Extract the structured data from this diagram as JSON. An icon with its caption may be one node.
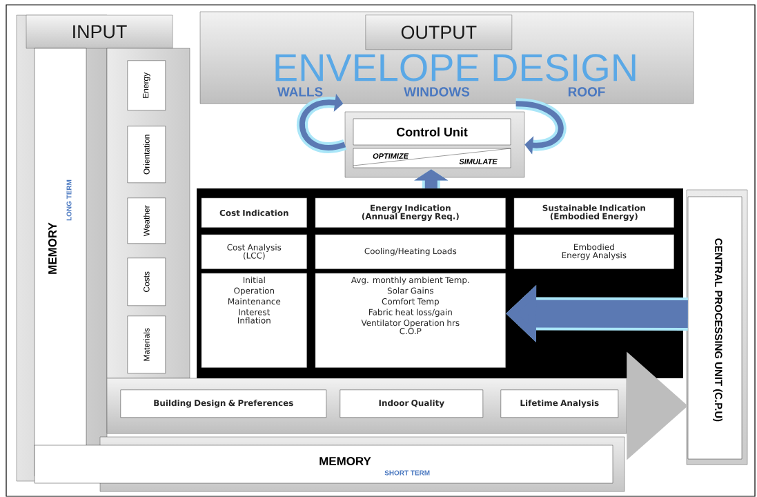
{
  "diagram": {
    "nodes": [
      {
        "text": [
          "INPUT"
        ]
      },
      {
        "text": [
          "MEMORY",
          "LONG TERM"
        ]
      },
      {
        "text": [],
        "shape": "box"
      },
      {
        "text": [
          "Energy"
        ],
        "in": 2
      },
      {
        "text": [
          "Orientation"
        ],
        "in": 2
      },
      {
        "text": [
          "Weather"
        ],
        "in": 2
      },
      {
        "text": [
          "Costs"
        ],
        "in": 2
      },
      {
        "text": [
          "Materials"
        ],
        "in": 2
      },
      {
        "text": [
          "ENVELOPE DESIGN",
          "WALLS",
          "WINDOWS",
          "ROOF"
        ]
      },
      {
        "text": [
          "OUTPUT"
        ],
        "in": 8
      },
      {
        "text": [
          "Control Unit",
          "OPTIMIZE",
          "SIMULATE"
        ]
      },
      {
        "text": [],
        "shape": "box"
      },
      {
        "text": [
          "Cost Indication"
        ],
        "in": 11
      },
      {
        "text": [
          "Energy Indication",
          "(Annual Energy Req.)"
        ],
        "in": 11
      },
      {
        "text": [
          "Sustainable Indication",
          "(Embodied Energy)"
        ],
        "in": 11
      },
      {
        "text": [
          "Cost Analysis",
          "(LCC)"
        ],
        "in": 11
      },
      {
        "text": [
          "Cooling/Heating Loads"
        ],
        "in": 11
      },
      {
        "text": [
          "Embodied Energy Analysis"
        ],
        "in": 11
      },
      {
        "text": [
          "Initial",
          "Operation",
          "Maintenance",
          "Interest",
          "Inflation"
        ],
        "in": 11
      },
      {
        "text": [
          "Avg. monthly ambient Temp.",
          "Solar Gains",
          "Comfort Temp",
          "Fabric heat loss/gain",
          "Ventilator Operation hrs",
          "C.O.P"
        ],
        "in": 11
      },
      {
        "text": [],
        "shape": "bar"
      },
      {
        "text": [
          "Building Design & Preferences"
        ],
        "in": 20
      },
      {
        "text": [
          "Indoor Quality"
        ],
        "in": 20
      },
      {
        "text": [
          "Lifetime Analysis"
        ],
        "in": 20
      },
      {
        "text": [
          "MEMORY",
          "SHORT TERM"
        ]
      },
      {
        "text": [
          "CENTRAL PROCESSING UNIT (C.P.U)"
        ]
      }
    ],
    "edges": [
      {
        "from": 10,
        "to": 8,
        "arrow": "to"
      },
      {
        "from": 8,
        "to": 10,
        "arrow": "to"
      },
      {
        "from": 11,
        "to": 10,
        "arrow": "to"
      },
      {
        "from": 25,
        "to": 19,
        "arrow": "to",
        "style": "thick"
      },
      {
        "from": 20,
        "to": 25,
        "arrow": "to",
        "style": "thick",
        "color": "#bdbdbd"
      }
    ]
  }
}
